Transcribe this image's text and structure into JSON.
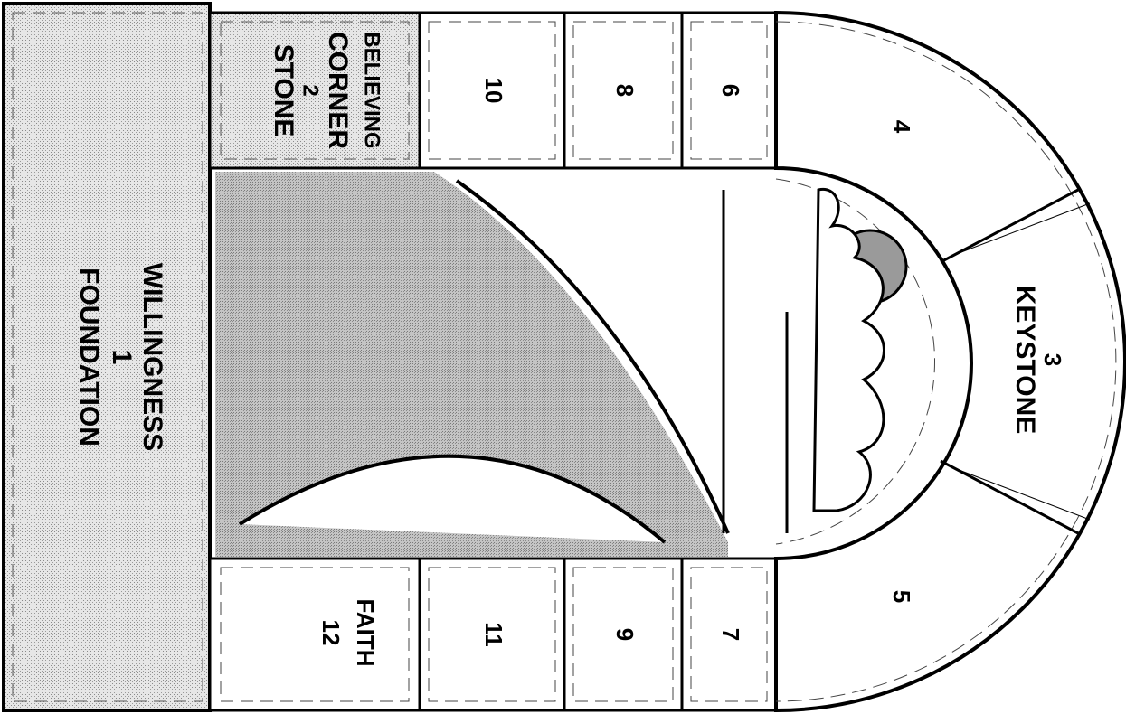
{
  "foundation": {
    "word": "WILLINGNESS",
    "number": "1",
    "name": "FOUNDATION"
  },
  "corner": {
    "word": "BELIEVING",
    "line1": "CORNER",
    "number": "2",
    "line2": "STONE"
  },
  "keystone": {
    "number": "3",
    "name": "KEYSTONE"
  },
  "arch_stones": {
    "left": "4",
    "right": "5"
  },
  "top_row": [
    "6",
    "8",
    "10"
  ],
  "bottom_row": [
    "7",
    "9",
    "11"
  ],
  "faith": {
    "word": "FAITH",
    "number": "12"
  },
  "colors": {
    "line": "#000000",
    "fill": "#ffffff",
    "shade": "#b8b8b8",
    "sun": "#9a9a9a"
  }
}
